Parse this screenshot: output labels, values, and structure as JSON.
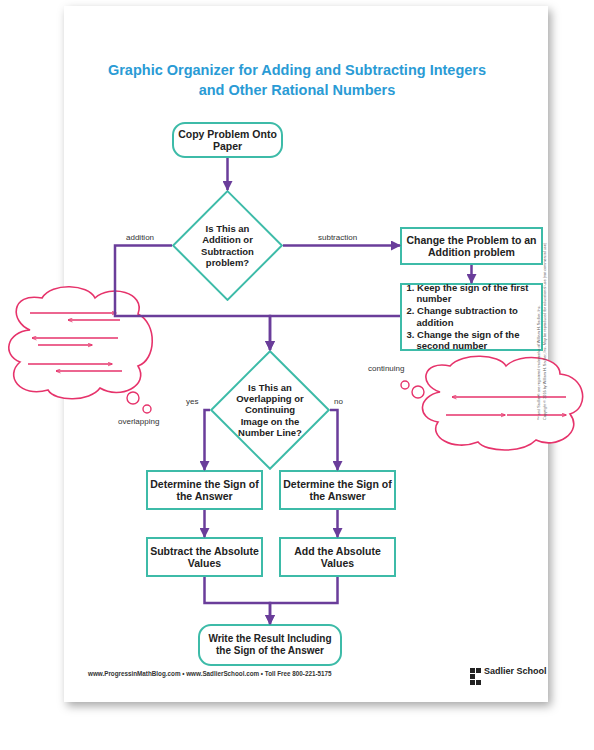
{
  "diagram": {
    "title": "Graphic Organizer for Adding and Subtracting Integers and Other Rational Numbers",
    "nodes": [
      {
        "text": [
          "Copy Problem Onto Paper"
        ]
      },
      {
        "text": [
          "Is This an Addition or Subtraction problem?"
        ]
      },
      {
        "text": [
          "Change the Problem to an Addition problem"
        ]
      },
      {
        "text": [
          "1. Keep the sign of the first number",
          "2. Change subtraction to addition",
          "3. Change the sign of the second number"
        ]
      },
      {
        "text": [
          "Is This an Overlapping or Continuing Image on the Number Line?"
        ]
      },
      {
        "text": [
          "Determine the Sign of the Answer"
        ]
      },
      {
        "text": [
          "Determine the Sign of the Answer"
        ]
      },
      {
        "text": [
          "Subtract the Absolute Values"
        ]
      },
      {
        "text": [
          "Add the Absolute Values"
        ]
      },
      {
        "text": [
          "Write the Result Including the Sign of the Answer"
        ]
      }
    ],
    "edges": [
      {
        "from": 0,
        "to": 1,
        "arrow": "to"
      },
      {
        "from": 1,
        "to": 2,
        "label": "subtraction",
        "arrow": "to"
      },
      {
        "from": 1,
        "to": 4,
        "label": "addition",
        "arrow": "to"
      },
      {
        "from": 2,
        "to": 3,
        "arrow": "to"
      },
      {
        "from": 3,
        "to": 4,
        "arrow": "to"
      },
      {
        "from": 4,
        "to": 5,
        "label": "yes",
        "arrow": "to"
      },
      {
        "from": 4,
        "to": 6,
        "label": "no",
        "arrow": "to"
      },
      {
        "from": 5,
        "to": 7,
        "arrow": "to"
      },
      {
        "from": 6,
        "to": 8,
        "arrow": "to"
      },
      {
        "from": 7,
        "to": 9,
        "arrow": "to"
      },
      {
        "from": 8,
        "to": 9,
        "arrow": "to"
      }
    ],
    "labels": [
      "overlapping",
      "continuing",
      "www.ProgressinMathBlog.com • www.SadlierSchool.com • Toll Free 800-221-5175",
      "Sadlier School",
      "™ and Sadlier® are registered trademarks of William H. Sadlier, Inc.",
      "Copyright © 2016 by William H. Sadlier, Inc. May be reproduced for educational use (not commercial use)"
    ]
  }
}
